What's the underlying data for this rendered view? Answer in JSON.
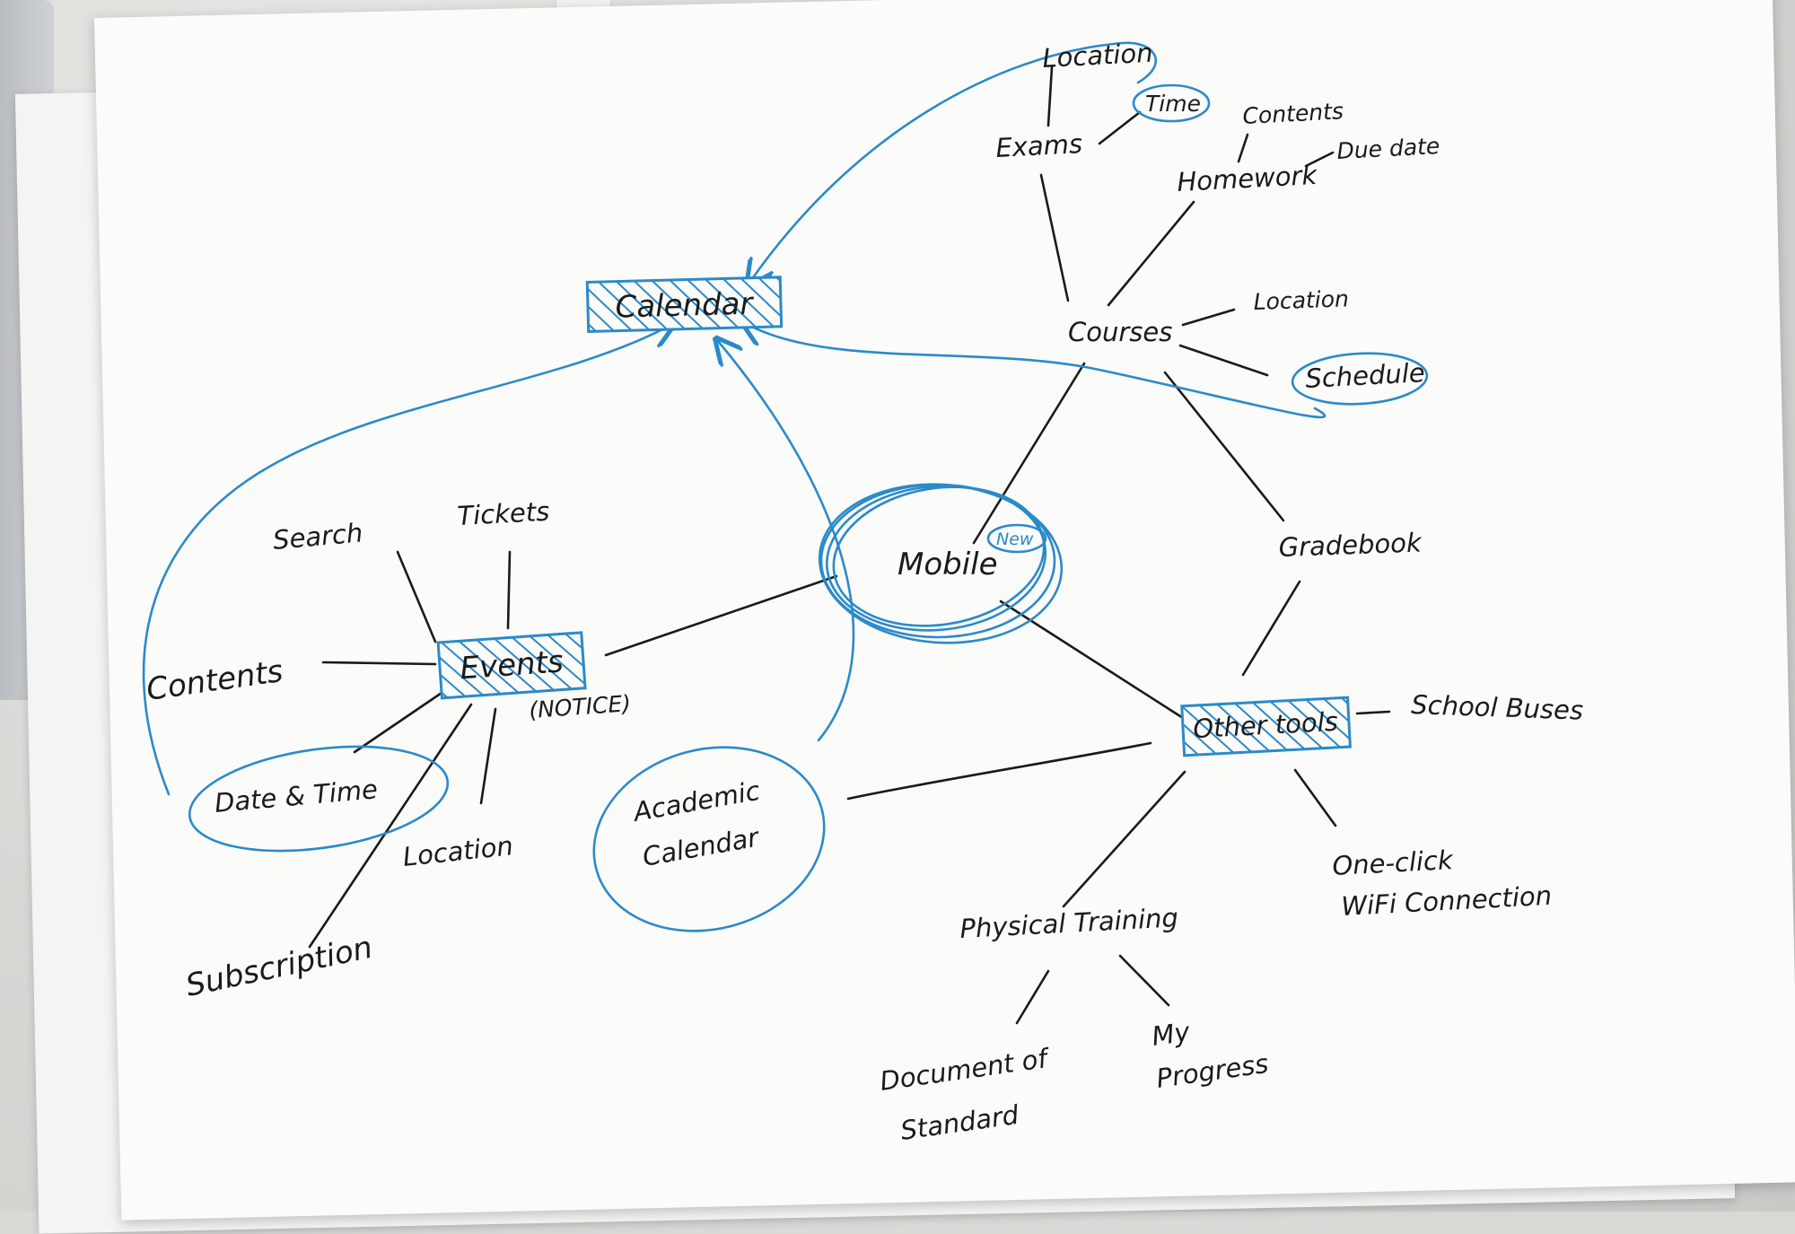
{
  "diagram": {
    "center": "Mobile",
    "center_badge": "New",
    "calendar": "Calendar",
    "events": "Events",
    "events_note": "(NOTICE)",
    "events_children": [
      "Search",
      "Tickets",
      "Contents",
      "Date & Time",
      "Location",
      "Subscription"
    ],
    "academic_calendar": [
      "Academic",
      "Calendar"
    ],
    "courses": "Courses",
    "courses_children": {
      "exams": "Exams",
      "exams_location": "Location",
      "exams_time": "Time",
      "homework": "Homework",
      "homework_contents": "Contents",
      "homework_due": "Due date",
      "location": "Location",
      "schedule": "Schedule"
    },
    "gradebook": "Gradebook",
    "other_tools": "Other tools",
    "other_children": {
      "school_buses": "School Buses",
      "wifi": [
        "One-click",
        "WiFi Connection"
      ],
      "physical_training": "Physical Training",
      "doc_standard": [
        "Document of",
        "Standard"
      ],
      "my_progress": [
        "My",
        "Progress"
      ]
    },
    "colors": {
      "ink": "#1a1a1a",
      "marker": "#2b8ac9",
      "paper": "#fbfbfa"
    }
  }
}
